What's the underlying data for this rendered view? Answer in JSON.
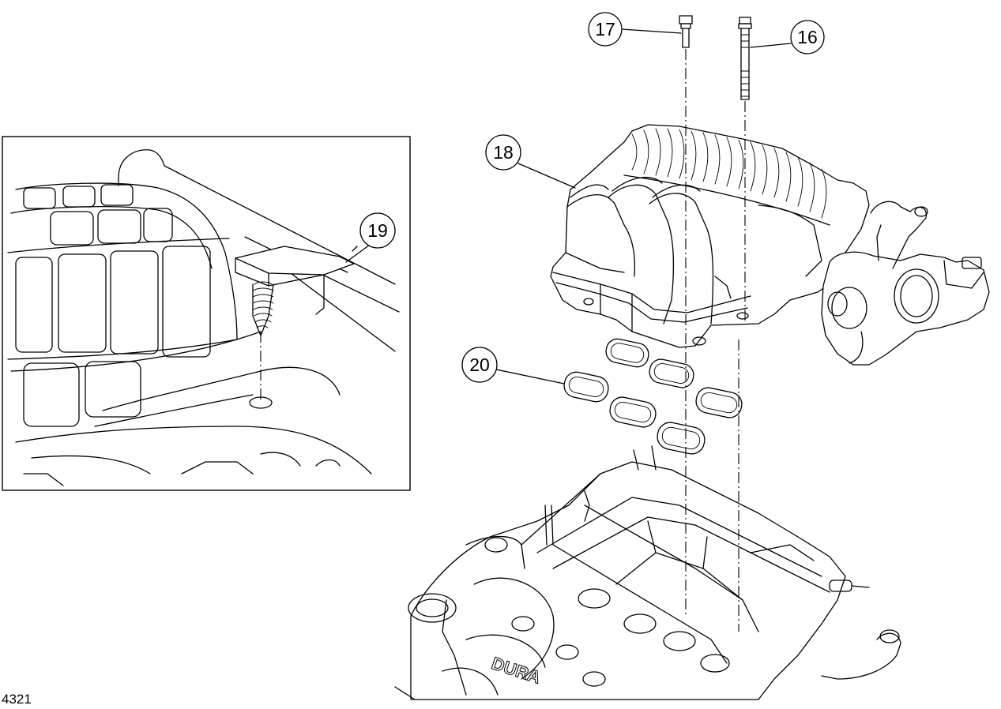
{
  "figure_id": "4321",
  "callouts": {
    "c16": "16",
    "c17": "17",
    "c18": "18",
    "c19": "19",
    "c20": "20"
  },
  "engine_lettering": "DURA",
  "icons": [
    "bolt-icon",
    "stud-bolt-icon",
    "intake-manifold-icon",
    "gasket-icon",
    "engine-block-icon",
    "clip-fastener-icon"
  ]
}
